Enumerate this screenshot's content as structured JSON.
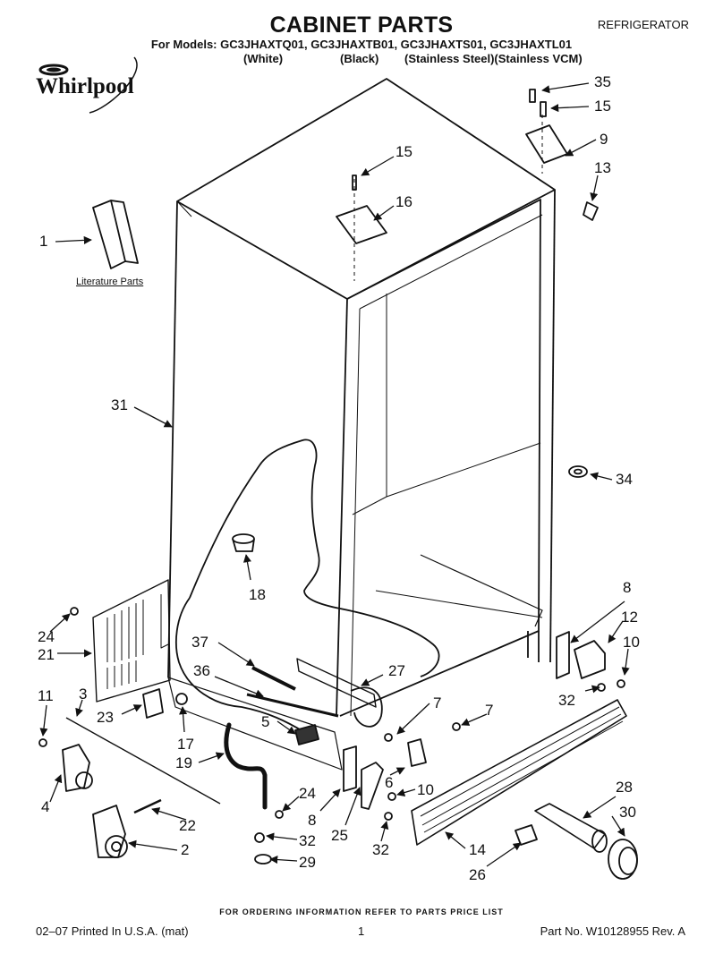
{
  "header": {
    "title": "CABINET PARTS",
    "category": "REFRIGERATOR",
    "models_line": "For Models: GC3JHAXTQ01, GC3JHAXTB01, GC3JHAXTS01, GC3JHAXTL01",
    "colors": [
      "(White)",
      "(Black)",
      "(Stainless Steel)(Stainless VCM)"
    ]
  },
  "brand": {
    "logo_text": "Whirlpool"
  },
  "literature_label": "Literature Parts",
  "callouts": [
    "35",
    "15",
    "9",
    "13",
    "15",
    "16",
    "1",
    "31",
    "34",
    "18",
    "8",
    "12",
    "10",
    "24",
    "21",
    "37",
    "27",
    "11",
    "3",
    "36",
    "7",
    "23",
    "32",
    "7",
    "5",
    "17",
    "19",
    "6",
    "10",
    "28",
    "4",
    "24",
    "30",
    "8",
    "22",
    "25",
    "32",
    "14",
    "2",
    "32",
    "26",
    "29"
  ],
  "footer": {
    "ordering_note": "FOR ORDERING INFORMATION REFER TO PARTS PRICE LIST",
    "printed": "02–07 Printed In U.S.A. (mat)",
    "page": "1",
    "part_no": "Part No. W10128955 Rev. A"
  }
}
